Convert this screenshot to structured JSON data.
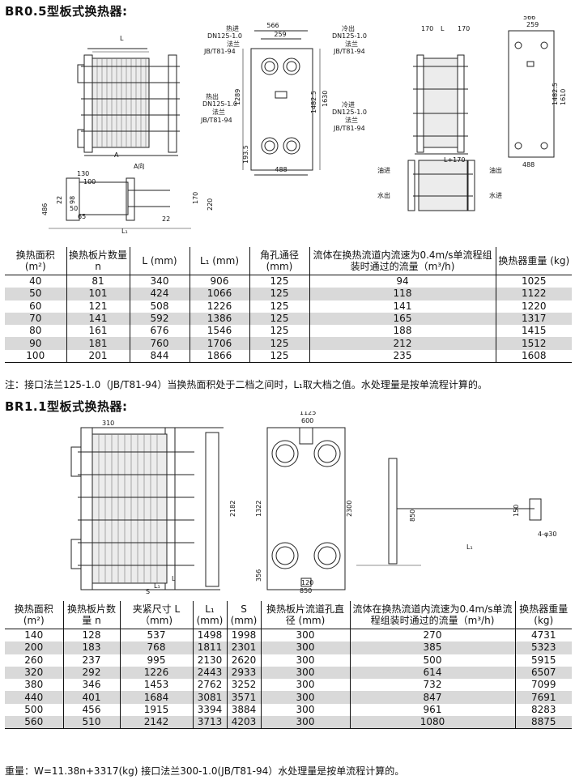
{
  "section1": {
    "title": "BR0.5型板式换热器:",
    "labels": {
      "dim566": "566",
      "dim259": "259",
      "dim1289": "1289",
      "dim1482": "1482.5",
      "dim1630": "1630",
      "dim193": "193.5",
      "dim488": "488",
      "dimL": "L",
      "dim170a": "170",
      "dim170b": "170",
      "dimL170": "L+170",
      "dim566r": "566",
      "dim259r": "259",
      "dim1482r": "1482.5",
      "dim1610r": "1610",
      "dim488r": "488",
      "hotIn": "热进",
      "hotInSpec": "DN125-1.0",
      "flangeA": "法兰",
      "flangeStd": "JB/T81-94",
      "coldOut": "冷出",
      "coldOutSpec": "DN125-1.0",
      "flangeB": "法兰",
      "flangeStd2": "JB/T81-94",
      "hotOut": "热出",
      "hotOutSpec": "DN125-1.0",
      "flangeC": "法兰",
      "flangeStd3": "JB/T81-94",
      "coldIn": "冷进",
      "coldInSpec": "DN125-1.0",
      "flangeD": "法兰",
      "flangeStd4": "JB/T81-94",
      "viewA": "A",
      "viewAdir": "A向",
      "d130": "130",
      "d100": "100",
      "d22": "22",
      "d98": "98",
      "d486": "486",
      "d50": "50",
      "d65": "65",
      "d170": "170",
      "d220": "220",
      "d22b": "22",
      "dL1": "L₁",
      "oilIn": "油进",
      "oilOut": "油出",
      "waterOut": "水出",
      "waterIn": "水进"
    },
    "headers": [
      "换热面积(m²)",
      "换热板片数量 n",
      "L (mm)",
      "L₁ (mm)",
      "角孔通径 (mm)",
      "流体在换热流道内流速为0.4m/s单流程组装时通过的流量（m³/h)",
      "换热器重量 (kg)"
    ],
    "rows": [
      [
        "40",
        "81",
        "340",
        "906",
        "125",
        "94",
        "1025"
      ],
      [
        "50",
        "101",
        "424",
        "1066",
        "125",
        "118",
        "1122"
      ],
      [
        "60",
        "121",
        "508",
        "1226",
        "125",
        "141",
        "1220"
      ],
      [
        "70",
        "141",
        "592",
        "1386",
        "125",
        "165",
        "1317"
      ],
      [
        "80",
        "161",
        "676",
        "1546",
        "125",
        "188",
        "1415"
      ],
      [
        "90",
        "181",
        "760",
        "1706",
        "125",
        "212",
        "1512"
      ],
      [
        "100",
        "201",
        "844",
        "1866",
        "125",
        "235",
        "1608"
      ]
    ],
    "note": "注：接口法兰125-1.0（JB/T81-94）当换热面积处于二档之间时，L₁取大档之值。水处理量是按单流程计算的。"
  },
  "section2": {
    "title": "BR1.1型板式换热器:",
    "labels": {
      "d310": "310",
      "d2182": "2182",
      "dL": "L",
      "dL1": "L₁",
      "dS": "S",
      "d1125": "1125",
      "d600": "600",
      "d1322": "1322",
      "d2300": "2300",
      "d356": "356",
      "d120": "120",
      "d850": "850",
      "d850r": "850",
      "d150": "150",
      "d4phi": "4-φ30",
      "dL1r": "L₁"
    },
    "headers": [
      "换热面积(m²)",
      "换热板片数量 n",
      "夹紧尺寸 L（mm)",
      "L₁ (mm)",
      "S (mm)",
      "换热板片流道孔直径 (mm)",
      "流体在换热流道内流速为0.4m/s单流程组装时通过的流量（m³/h)",
      "换热器重量 (kg)"
    ],
    "rows": [
      [
        "140",
        "128",
        "537",
        "1498",
        "1998",
        "300",
        "270",
        "4731"
      ],
      [
        "200",
        "183",
        "768",
        "1811",
        "2301",
        "300",
        "385",
        "5323"
      ],
      [
        "260",
        "237",
        "995",
        "2130",
        "2620",
        "300",
        "500",
        "5915"
      ],
      [
        "320",
        "292",
        "1226",
        "2443",
        "2933",
        "300",
        "614",
        "6507"
      ],
      [
        "380",
        "346",
        "1453",
        "2762",
        "3252",
        "300",
        "732",
        "7099"
      ],
      [
        "440",
        "401",
        "1684",
        "3081",
        "3571",
        "300",
        "847",
        "7691"
      ],
      [
        "500",
        "456",
        "1915",
        "3394",
        "3884",
        "300",
        "961",
        "8283"
      ],
      [
        "560",
        "510",
        "2142",
        "3713",
        "4203",
        "300",
        "1080",
        "8875"
      ]
    ],
    "note": "重量：W=11.38n+3317(kg)   接口法兰300-1.0(JB/T81-94）水处理量是按单流程计算的。"
  }
}
